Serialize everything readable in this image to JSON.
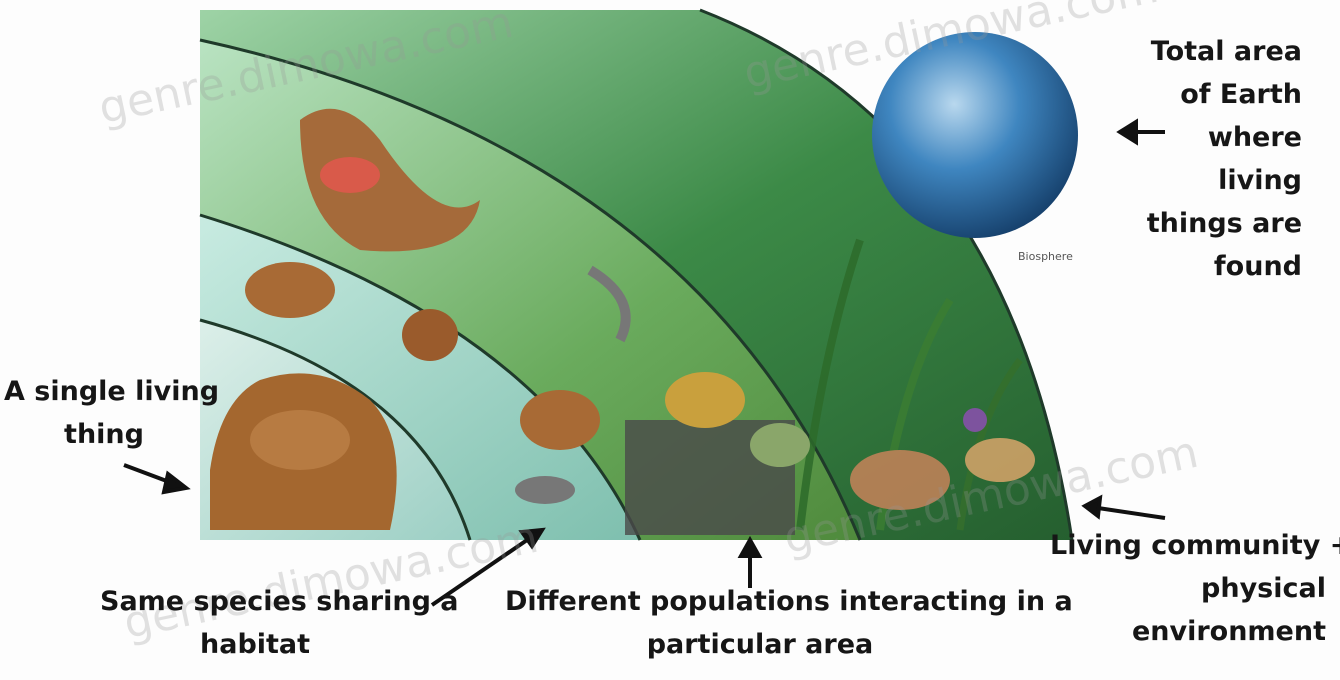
{
  "labels": {
    "biosphere_line1": "Total area",
    "biosphere_line2": "of Earth",
    "biosphere_line3": "where",
    "biosphere_line4": "living",
    "biosphere_line5": "things are",
    "biosphere_line6": "found",
    "organism_line1": "A single living",
    "organism_line2": "thing",
    "population_line1": "Same species sharing a",
    "population_line2": "habitat",
    "community_line1": "Different populations interacting in a",
    "community_line2": "particular area",
    "ecosystem_line1": "Living community +",
    "ecosystem_line2": "physical",
    "ecosystem_line3": "environment"
  },
  "sphere_caption": "Biosphere",
  "watermark_text": "genre.dimowa.com",
  "colors": {
    "text": "#161616",
    "ecosystem_band": "#2f7a3e",
    "community_band": "#5aa15a",
    "population_band": "#8fc9b7",
    "organism_band": "#a9d8d0",
    "organism_fill": "#a4672f",
    "earth": "#2e6da4",
    "arc_line": "#1f3a2a"
  }
}
